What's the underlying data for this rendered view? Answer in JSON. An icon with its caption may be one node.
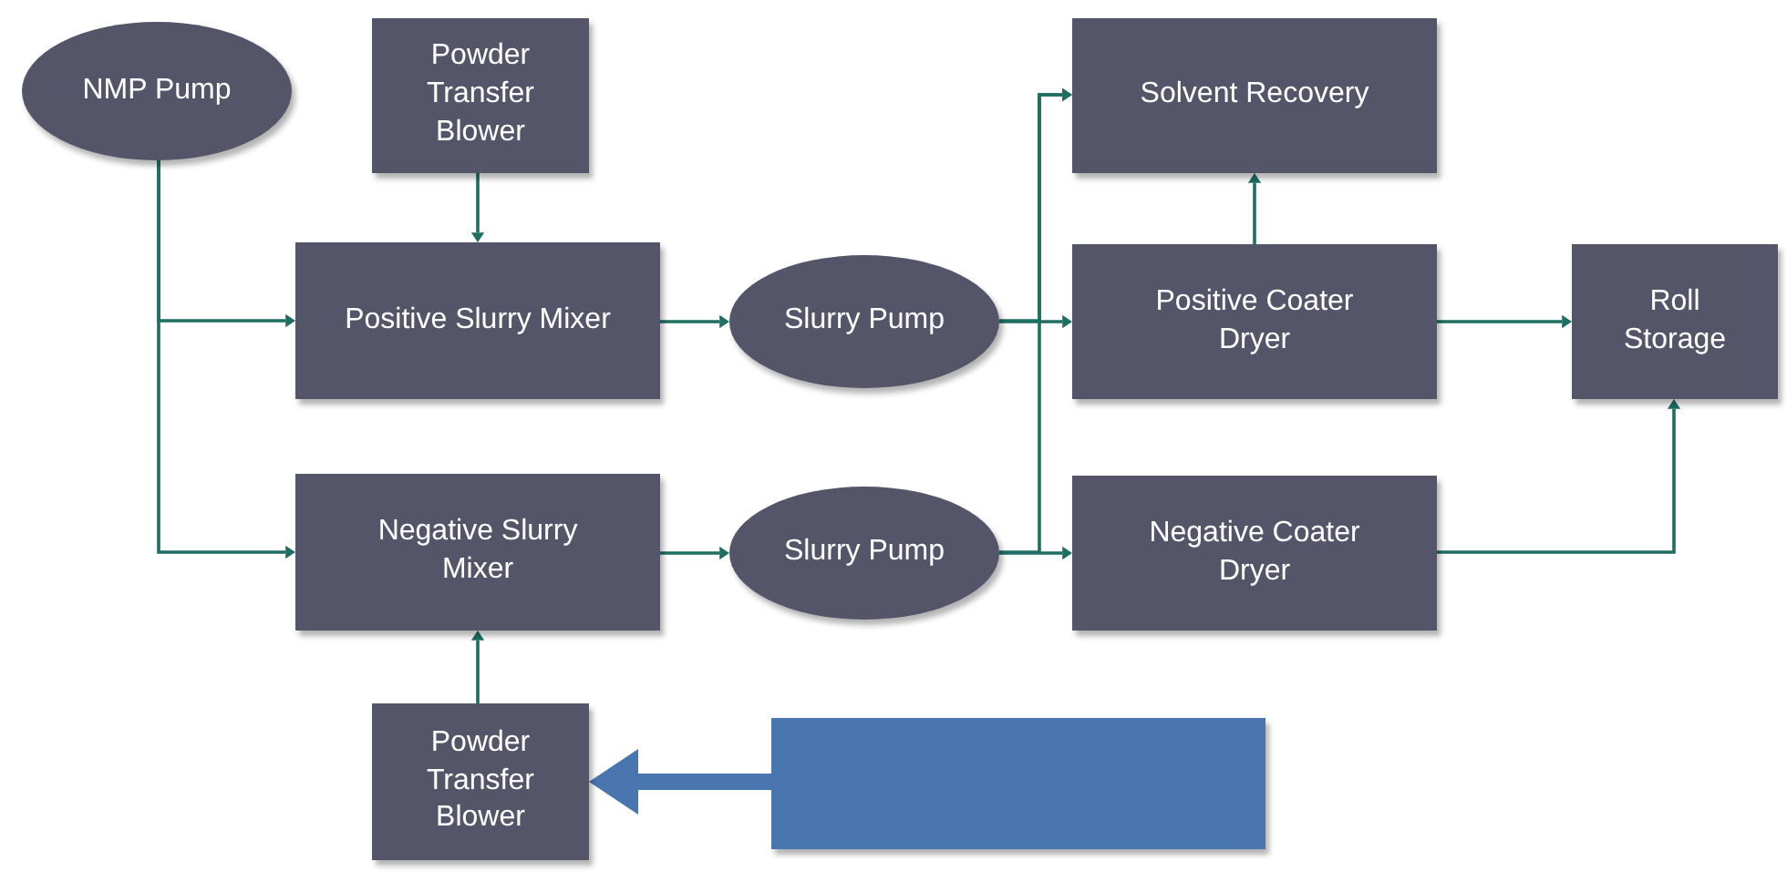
{
  "diagram": {
    "nodes": [
      {
        "text": [
          "NMP Pump"
        ]
      },
      {
        "text": [
          "Powder Transfer Blower"
        ]
      },
      {
        "text": [
          "Positive Slurry Mixer"
        ]
      },
      {
        "text": [
          "Negative Slurry Mixer"
        ]
      },
      {
        "text": [
          "Powder Transfer Blower"
        ]
      },
      {
        "text": [
          "Slurry Pump"
        ]
      },
      {
        "text": [
          "Slurry Pump"
        ]
      },
      {
        "text": [
          "Solvent Recovery"
        ]
      },
      {
        "text": [
          "Positive Coater Dryer"
        ]
      },
      {
        "text": [
          "Negative Coater Dryer"
        ]
      },
      {
        "text": [
          "Roll Storage"
        ]
      },
      {
        "text": [],
        "shape": "box"
      }
    ],
    "edges": [
      {
        "from": 0,
        "to": 2,
        "arrow": "to"
      },
      {
        "from": 0,
        "to": 3,
        "arrow": "to"
      },
      {
        "from": 1,
        "to": 2,
        "arrow": "to"
      },
      {
        "from": 4,
        "to": 3,
        "arrow": "to"
      },
      {
        "from": 2,
        "to": 5,
        "arrow": "to"
      },
      {
        "from": 3,
        "to": 6,
        "arrow": "to"
      },
      {
        "from": 5,
        "to": 8,
        "arrow": "to"
      },
      {
        "from": 5,
        "to": 7,
        "arrow": "to"
      },
      {
        "from": 6,
        "to": 9,
        "arrow": "to"
      },
      {
        "from": 6,
        "to": 7,
        "arrow": "to"
      },
      {
        "from": 8,
        "to": 7,
        "arrow": "to"
      },
      {
        "from": 8,
        "to": 10,
        "arrow": "to"
      },
      {
        "from": 9,
        "to": 10,
        "arrow": "to"
      },
      {
        "from": 11,
        "to": 4,
        "arrow": "to",
        "style": "thick",
        "color": "#4a76b0"
      }
    ]
  }
}
